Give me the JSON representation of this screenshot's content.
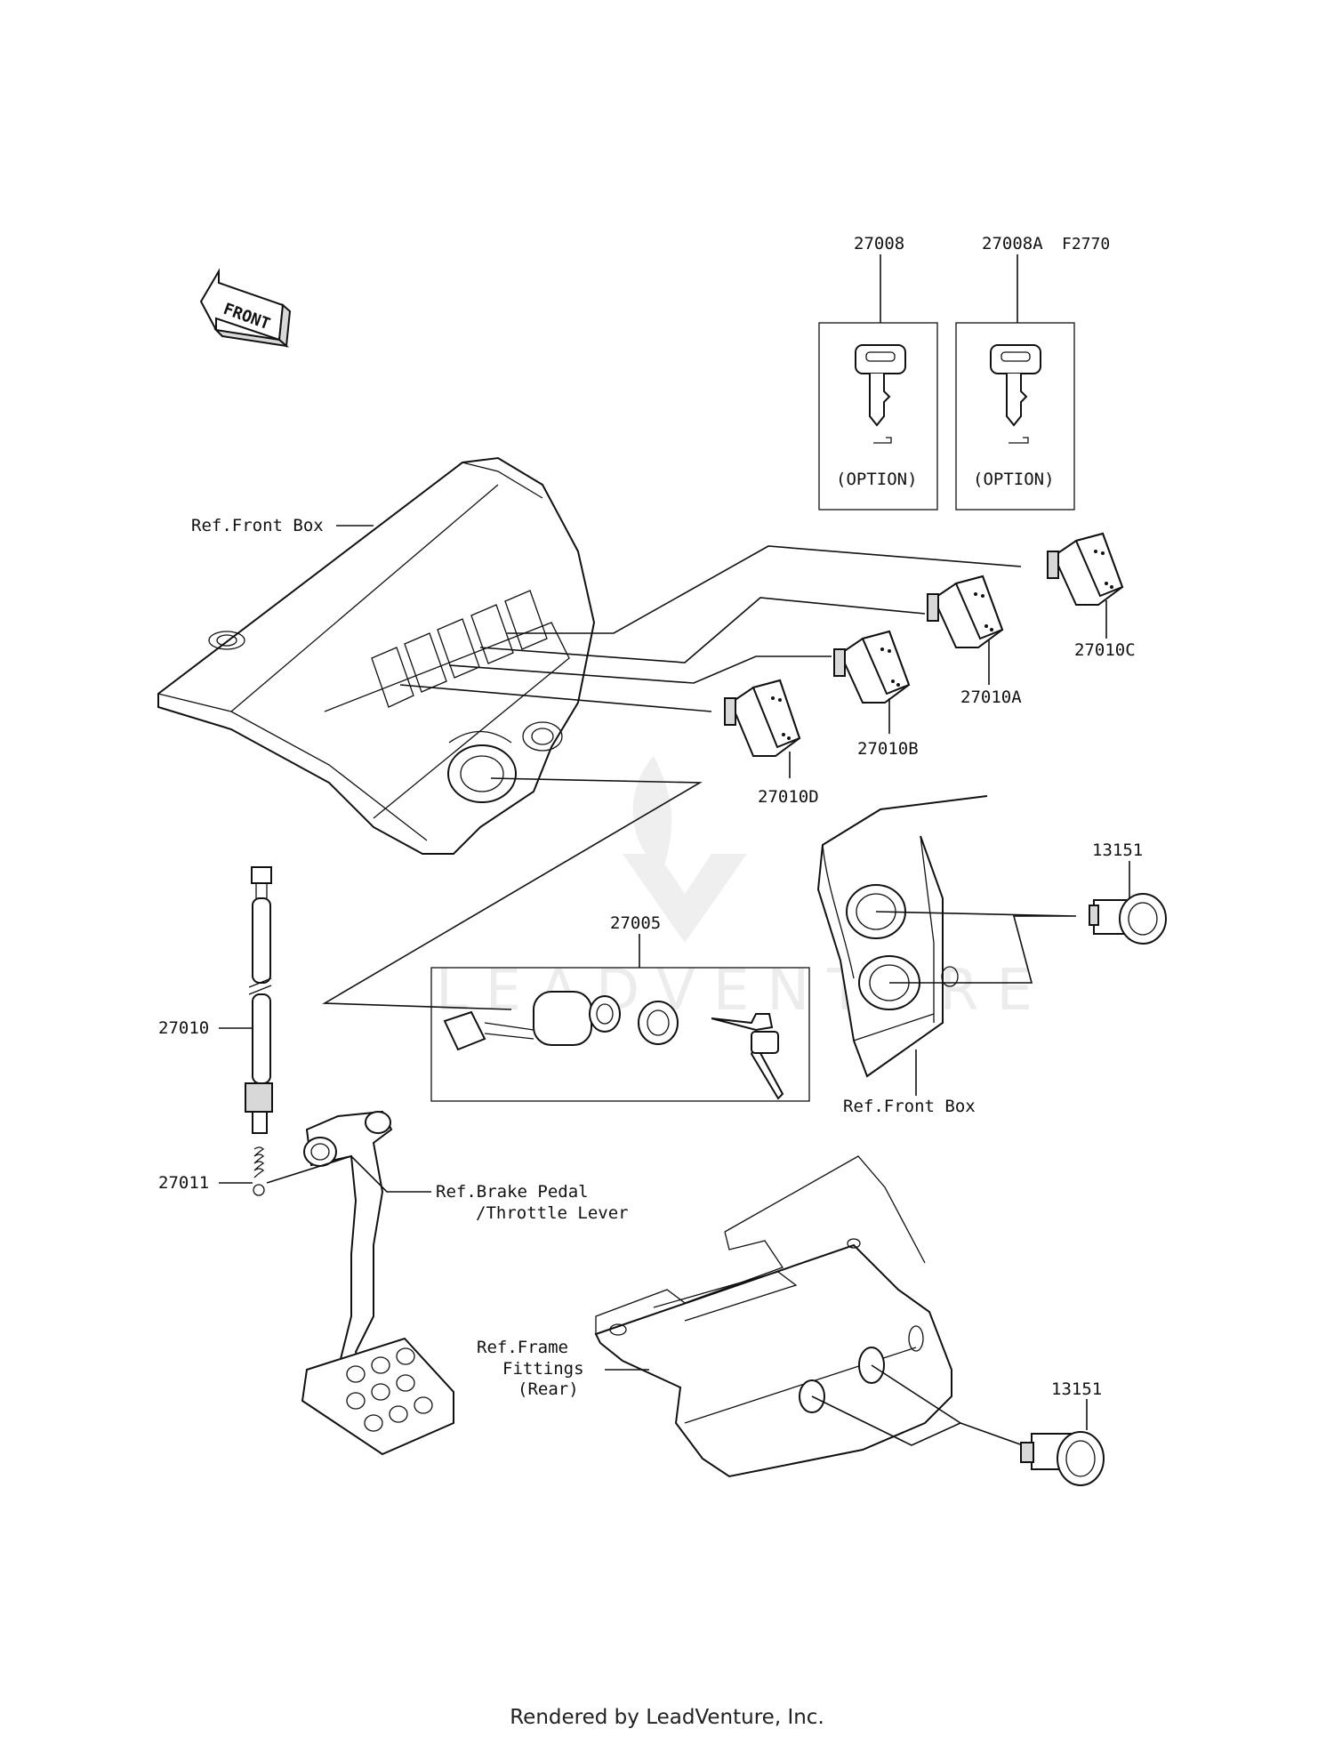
{
  "diagram_code": "F2770",
  "front_label": "FRONT",
  "labels": {
    "key_a_part": "27008",
    "key_b_part": "27008A",
    "key_a_option": "(OPTION)",
    "key_b_option": "(OPTION)",
    "ref_front_box_top": "Ref.Front Box",
    "switch_c": "27010C",
    "switch_a": "27010A",
    "switch_b": "27010B",
    "switch_d": "27010D",
    "socket_top": "13151",
    "ignition_switch": "27005",
    "brake_switch": "27010",
    "brake_spring": "27011",
    "ref_front_box_right": "Ref.Front Box",
    "ref_brake_pedal_1": "Ref.Brake Pedal",
    "ref_brake_pedal_2": "/Throttle Lever",
    "ref_frame_1": "Ref.Frame",
    "ref_frame_2": "Fittings",
    "ref_frame_3": "(Rear)",
    "socket_bottom": "13151"
  },
  "watermark": "LEADVENTURE",
  "footer": "Rendered by LeadVenture, Inc."
}
